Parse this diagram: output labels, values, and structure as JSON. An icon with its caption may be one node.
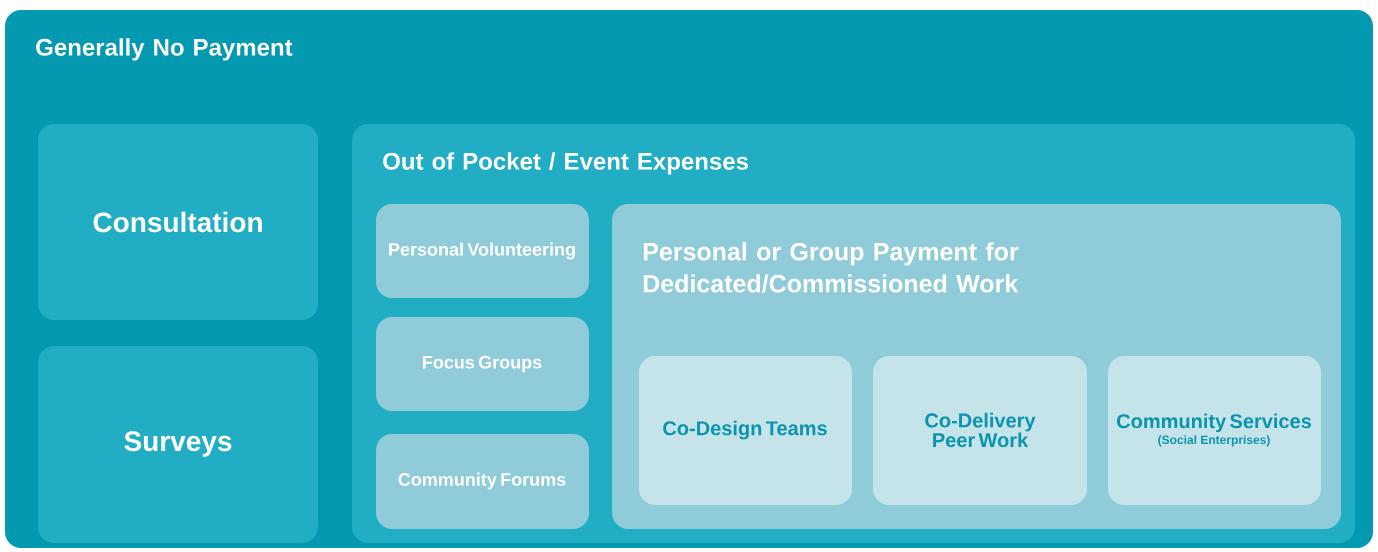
{
  "diagram": {
    "nodes": [
      {
        "text": [
          "Generally No Payment"
        ]
      },
      {
        "text": [
          "Consultation"
        ],
        "in": 0
      },
      {
        "text": [
          "Surveys"
        ],
        "in": 0
      },
      {
        "text": [
          "Out of Pocket / Event Expenses"
        ],
        "in": 0
      },
      {
        "text": [
          "Personal Volunteering"
        ],
        "in": 3
      },
      {
        "text": [
          "Focus Groups"
        ],
        "in": 3
      },
      {
        "text": [
          "Community Forums"
        ],
        "in": 3
      },
      {
        "text": [
          "Personal or Group Payment for Dedicated/Commissioned Work"
        ],
        "in": 3
      },
      {
        "text": [
          "Co-Design Teams"
        ],
        "in": 7
      },
      {
        "text": [
          "Co-Delivery Peer Work"
        ],
        "in": 7
      },
      {
        "text": [
          "Community Services",
          "(Social Enterprises)"
        ],
        "in": 7
      }
    ]
  }
}
